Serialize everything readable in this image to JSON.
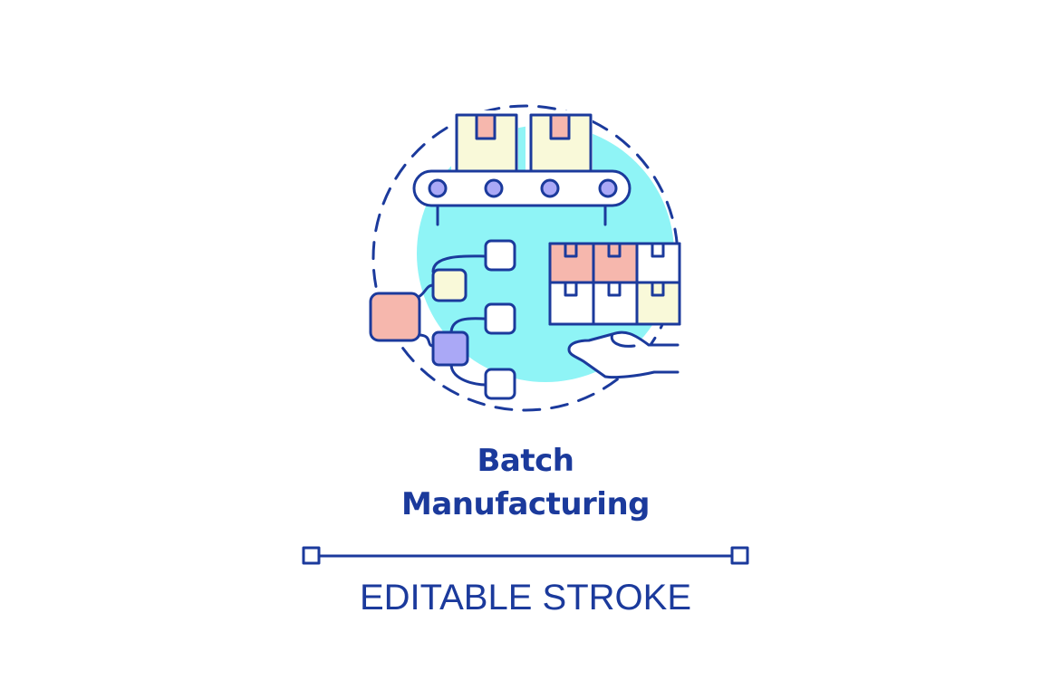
{
  "title": {
    "line1": "Batch",
    "line2": "Manufacturing"
  },
  "caption": "EDITABLE STROKE",
  "icons": {
    "main": "batch-manufacturing-icon",
    "parts": [
      "conveyor-belt-icon",
      "box-icon",
      "flowchart-icon",
      "hand-icon"
    ]
  },
  "colors": {
    "stroke": "#1b3a9c",
    "title": "#1b3a9c",
    "caption": "#1b3a9c",
    "circle_fill": "#8ff4f6",
    "box_yellow": "#f9f9d9",
    "box_pink": "#f6b7ad",
    "box_purple": "#aaa8f6",
    "node_pink": "#f6b7ad",
    "node_yellow": "#f9f9d9",
    "node_purple": "#aaa8f6",
    "background": "#ffffff"
  }
}
